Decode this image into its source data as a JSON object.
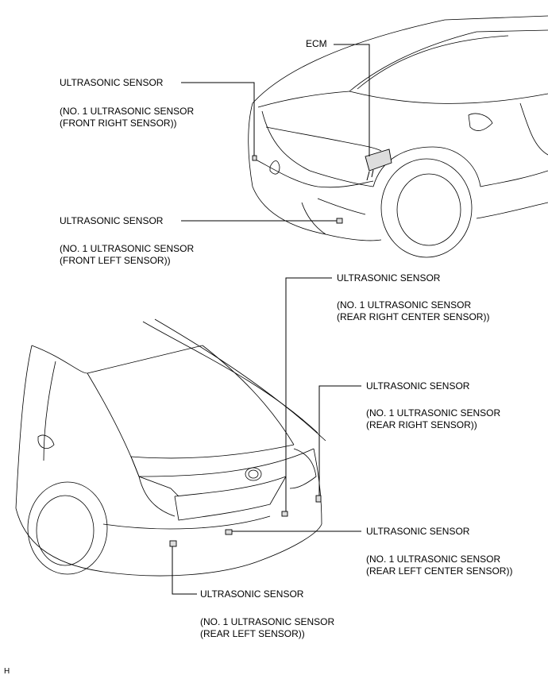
{
  "labels": {
    "ecm": "ECM",
    "front_right": {
      "title": "ULTRASONIC SENSOR",
      "line1": "(NO. 1 ULTRASONIC SENSOR",
      "line2": "(FRONT RIGHT SENSOR))"
    },
    "front_left": {
      "title": "ULTRASONIC SENSOR",
      "line1": "(NO. 1 ULTRASONIC SENSOR",
      "line2": "(FRONT LEFT SENSOR))"
    },
    "rear_right_center": {
      "title": "ULTRASONIC SENSOR",
      "line1": "(NO. 1 ULTRASONIC SENSOR",
      "line2": "(REAR RIGHT CENTER SENSOR))"
    },
    "rear_right": {
      "title": "ULTRASONIC SENSOR",
      "line1": "(NO. 1 ULTRASONIC SENSOR",
      "line2": "(REAR RIGHT SENSOR))"
    },
    "rear_left_center": {
      "title": "ULTRASONIC SENSOR",
      "line1": "(NO. 1 ULTRASONIC SENSOR",
      "line2": "(REAR LEFT CENTER SENSOR))"
    },
    "rear_left": {
      "title": "ULTRASONIC SENSOR",
      "line1": "(NO. 1 ULTRASONIC SENSOR",
      "line2": "(REAR LEFT SENSOR))"
    }
  },
  "corner_mark": "H"
}
